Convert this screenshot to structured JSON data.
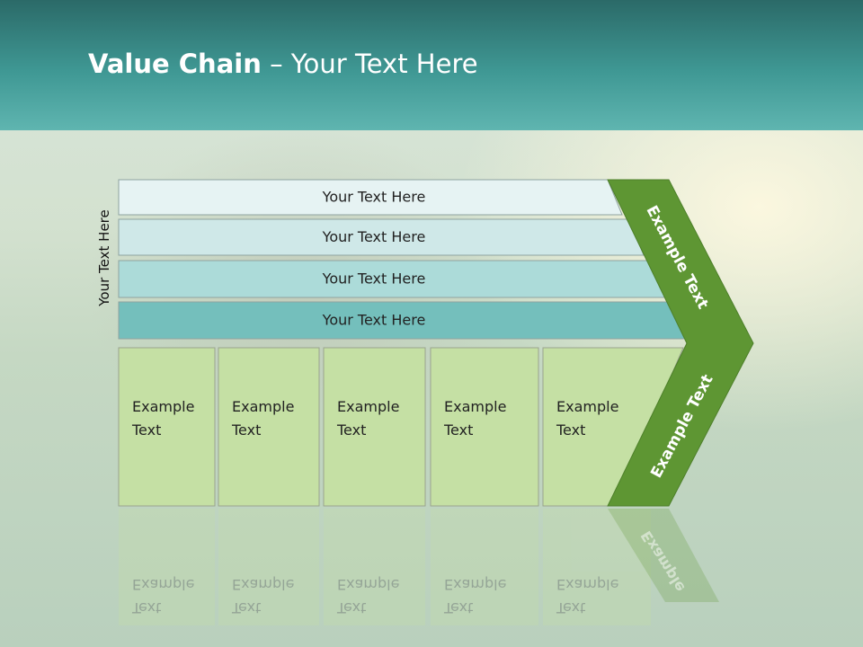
{
  "slide": {
    "title_bold": "Value Chain",
    "title_rest": " – Your Text Here",
    "side_label": "Your Text Here"
  },
  "support_rows": [
    {
      "label": "Your Text Here",
      "fill": "#e6f3f3"
    },
    {
      "label": "Your Text Here",
      "fill": "#cfe8e8"
    },
    {
      "label": "Your Text Here",
      "fill": "#acdbd9"
    },
    {
      "label": "Your Text Here",
      "fill": "#74bfbc"
    }
  ],
  "primary_activities": [
    {
      "line1": "Example",
      "line2": "Text"
    },
    {
      "line1": "Example",
      "line2": "Text"
    },
    {
      "line1": "Example",
      "line2": "Text"
    },
    {
      "line1": "Example",
      "line2": "Text"
    },
    {
      "line1": "Example",
      "line2": "Text"
    }
  ],
  "margin_labels": {
    "upper": "Example Text",
    "lower": "Example Text"
  },
  "colors": {
    "header": "#3f9894",
    "margin_arrow": "#5e9633",
    "activity_fill": "#c5e0a4",
    "activity_stroke": "#9aa38e"
  }
}
